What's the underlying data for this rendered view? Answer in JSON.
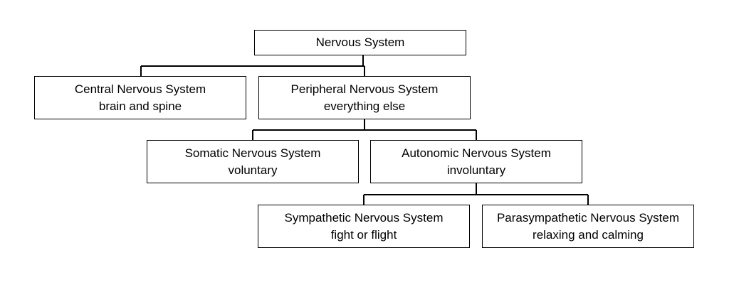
{
  "diagram": {
    "root": {
      "label": "Nervous System"
    },
    "central": {
      "title": "Central Nervous System",
      "subtitle": "brain and spine"
    },
    "peripheral": {
      "title": "Peripheral Nervous System",
      "subtitle": "everything else"
    },
    "somatic": {
      "title": "Somatic Nervous System",
      "subtitle": "voluntary"
    },
    "autonomic": {
      "title": "Autonomic Nervous System",
      "subtitle": "involuntary"
    },
    "sympathetic": {
      "title": "Sympathetic Nervous System",
      "subtitle": "fight or flight"
    },
    "parasympathetic": {
      "title": "Parasympathetic Nervous System",
      "subtitle": "relaxing and calming"
    }
  }
}
